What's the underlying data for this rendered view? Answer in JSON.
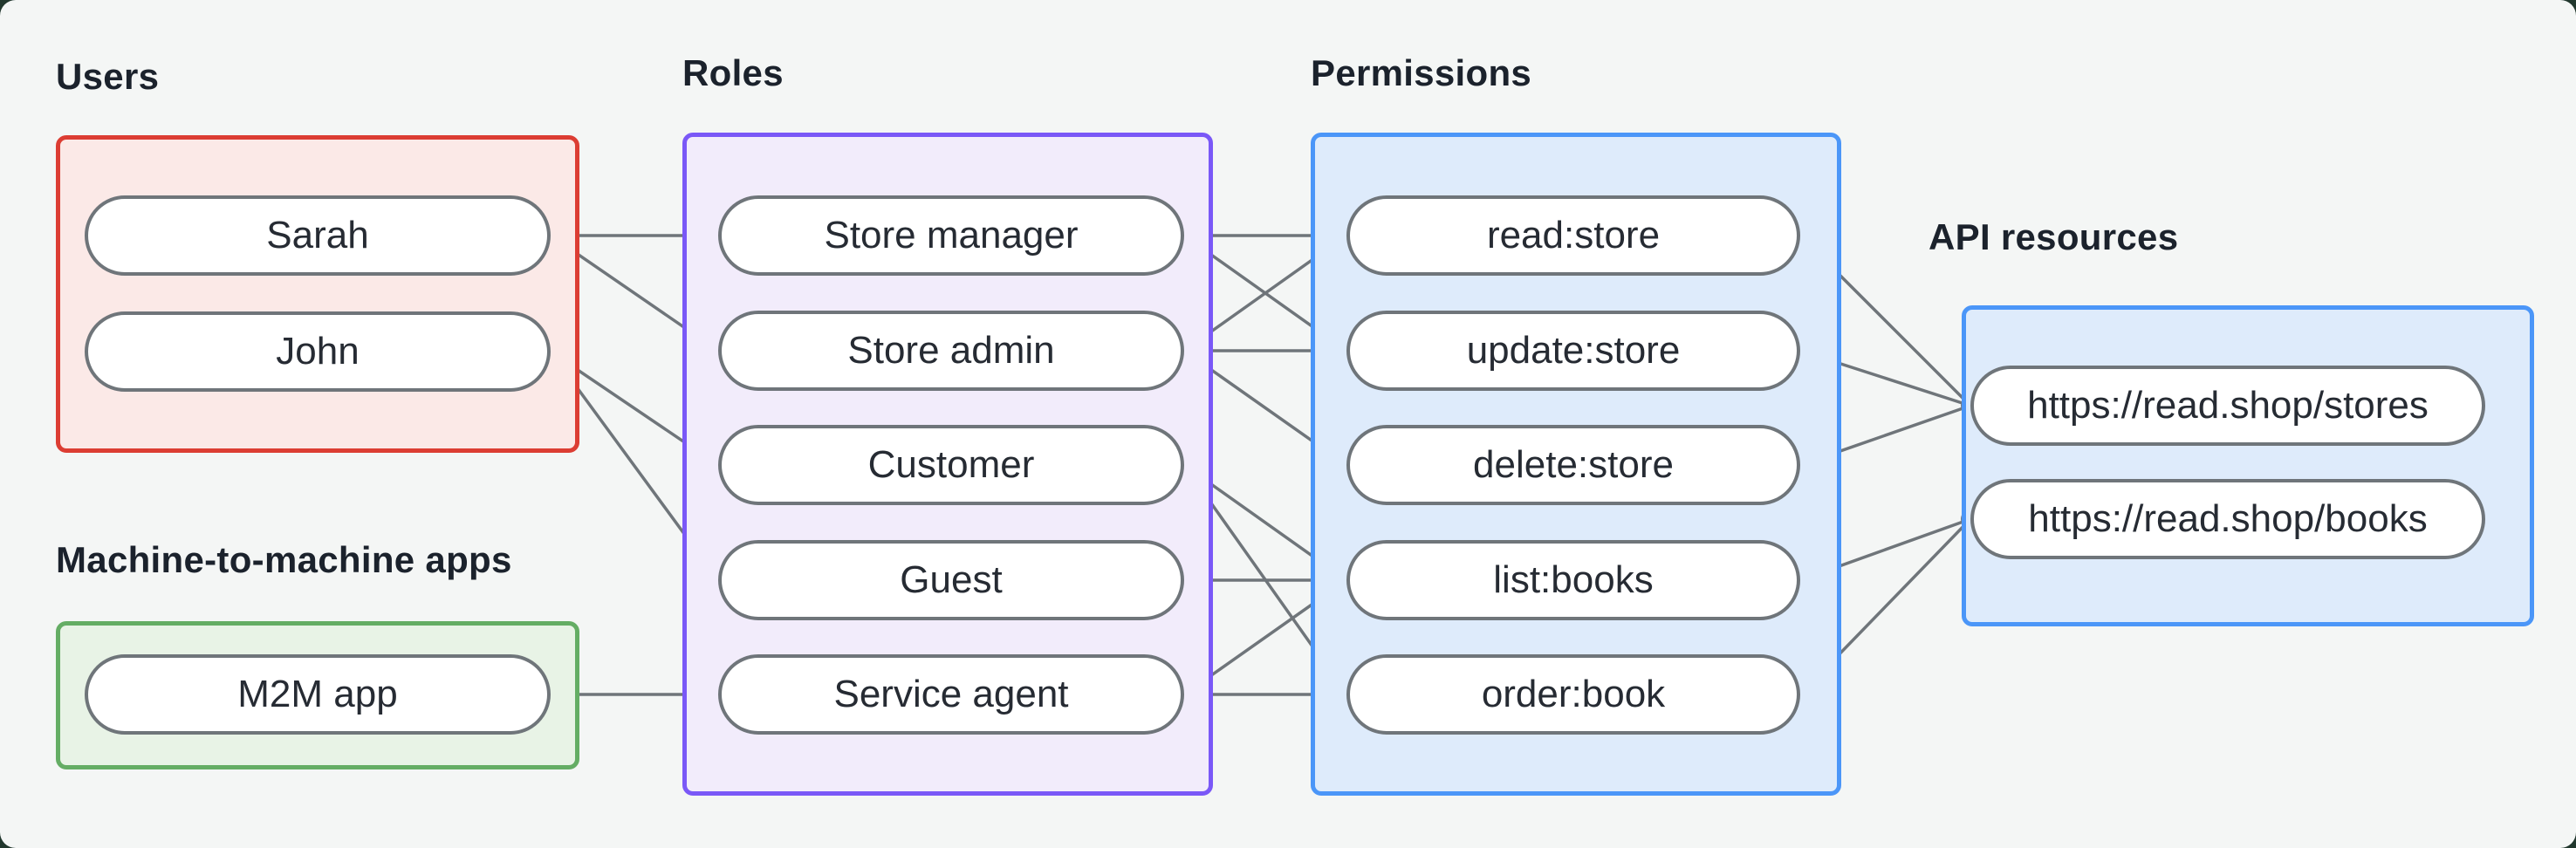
{
  "diagram": {
    "panel_background": "#f4f6f5",
    "backdrop_color": "#22382e",
    "edge_color": "#6f757a",
    "node_border_color": "#6f757a",
    "node_fill": "#ffffff",
    "sections": [
      {
        "id": "users",
        "title": "Users",
        "accent": "#dc3d33",
        "fill": "#fbe9e7",
        "items": [
          {
            "id": "sarah",
            "label": "Sarah"
          },
          {
            "id": "john",
            "label": "John"
          }
        ]
      },
      {
        "id": "m2m",
        "title": "Machine-to-machine apps",
        "accent": "#64ad64",
        "fill": "#e8f3e6",
        "items": [
          {
            "id": "m2m-app",
            "label": "M2M app"
          }
        ]
      },
      {
        "id": "roles",
        "title": "Roles",
        "accent": "#7a58f7",
        "fill": "#f2ecfb",
        "items": [
          {
            "id": "store-manager",
            "label": "Store manager"
          },
          {
            "id": "store-admin",
            "label": "Store admin"
          },
          {
            "id": "customer",
            "label": "Customer"
          },
          {
            "id": "guest",
            "label": "Guest"
          },
          {
            "id": "service-agent",
            "label": "Service agent"
          }
        ]
      },
      {
        "id": "permissions",
        "title": "Permissions",
        "accent": "#4b96f8",
        "fill": "#deebfb",
        "items": [
          {
            "id": "read-store",
            "label": "read:store"
          },
          {
            "id": "update-store",
            "label": "update:store"
          },
          {
            "id": "delete-store",
            "label": "delete:store"
          },
          {
            "id": "list-books",
            "label": "list:books"
          },
          {
            "id": "order-book",
            "label": "order:book"
          }
        ]
      },
      {
        "id": "api",
        "title": "API resources",
        "accent": "#4b96f8",
        "fill": "#deebfb",
        "items": [
          {
            "id": "stores",
            "label": "https://read.shop/stores"
          },
          {
            "id": "books",
            "label": "https://read.shop/books"
          }
        ]
      }
    ],
    "edges": [
      {
        "from": "sarah",
        "to": "store-manager"
      },
      {
        "from": "sarah",
        "to": "store-admin"
      },
      {
        "from": "john",
        "to": "customer"
      },
      {
        "from": "john",
        "to": "guest"
      },
      {
        "from": "m2m-app",
        "to": "service-agent"
      },
      {
        "from": "store-manager",
        "to": "read-store"
      },
      {
        "from": "store-manager",
        "to": "update-store"
      },
      {
        "from": "store-admin",
        "to": "read-store"
      },
      {
        "from": "store-admin",
        "to": "update-store"
      },
      {
        "from": "store-admin",
        "to": "delete-store"
      },
      {
        "from": "customer",
        "to": "list-books"
      },
      {
        "from": "customer",
        "to": "order-book"
      },
      {
        "from": "guest",
        "to": "list-books"
      },
      {
        "from": "service-agent",
        "to": "list-books"
      },
      {
        "from": "service-agent",
        "to": "order-book"
      },
      {
        "from": "read-store",
        "to": "stores"
      },
      {
        "from": "update-store",
        "to": "stores"
      },
      {
        "from": "delete-store",
        "to": "stores"
      },
      {
        "from": "list-books",
        "to": "books"
      },
      {
        "from": "order-book",
        "to": "books"
      }
    ]
  }
}
